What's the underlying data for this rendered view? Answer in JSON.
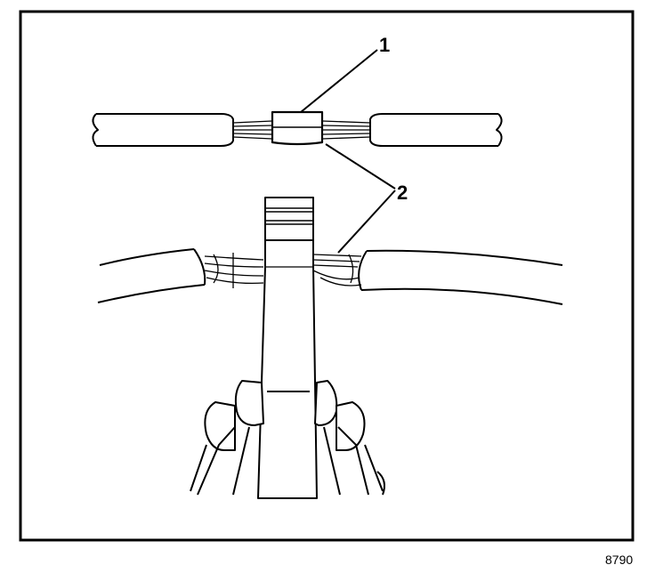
{
  "callouts": {
    "one": "1",
    "two": "2"
  },
  "figure_id": "8790",
  "colors": {
    "ink": "#000000",
    "paper": "#ffffff"
  }
}
